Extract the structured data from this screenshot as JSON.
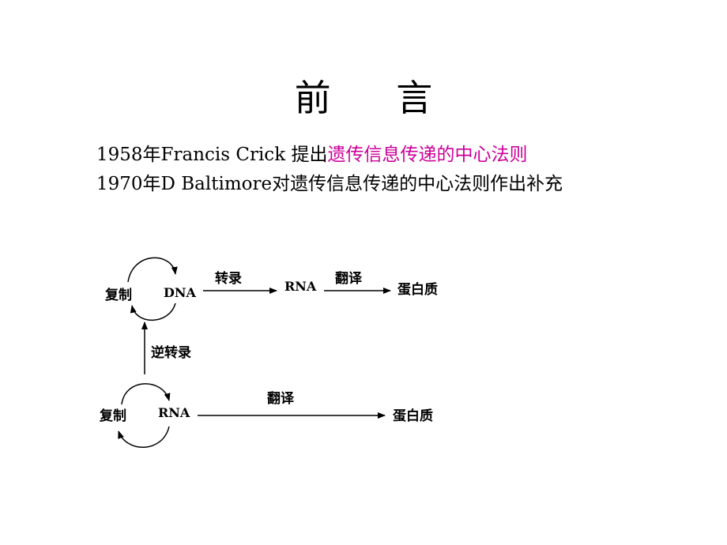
{
  "slide": {
    "title": "前 言",
    "line1": {
      "prefix": "1958年Francis Crick 提出",
      "highlight": "遗传信息传递的中心法则"
    },
    "line2": "1970年D Baltimore对遗传信息传递的中心法则作出补充",
    "highlight_color": "#cc0099"
  },
  "diagram": {
    "top": {
      "replicate": "复制",
      "dna": "DNA",
      "transcription": "转录",
      "rna": "RNA",
      "translation": "翻译",
      "protein": "蛋白质"
    },
    "reverse_transcription": "逆转录",
    "bottom": {
      "replicate": "复制",
      "rna": "RNA",
      "translation": "翻译",
      "protein": "蛋白质"
    }
  }
}
